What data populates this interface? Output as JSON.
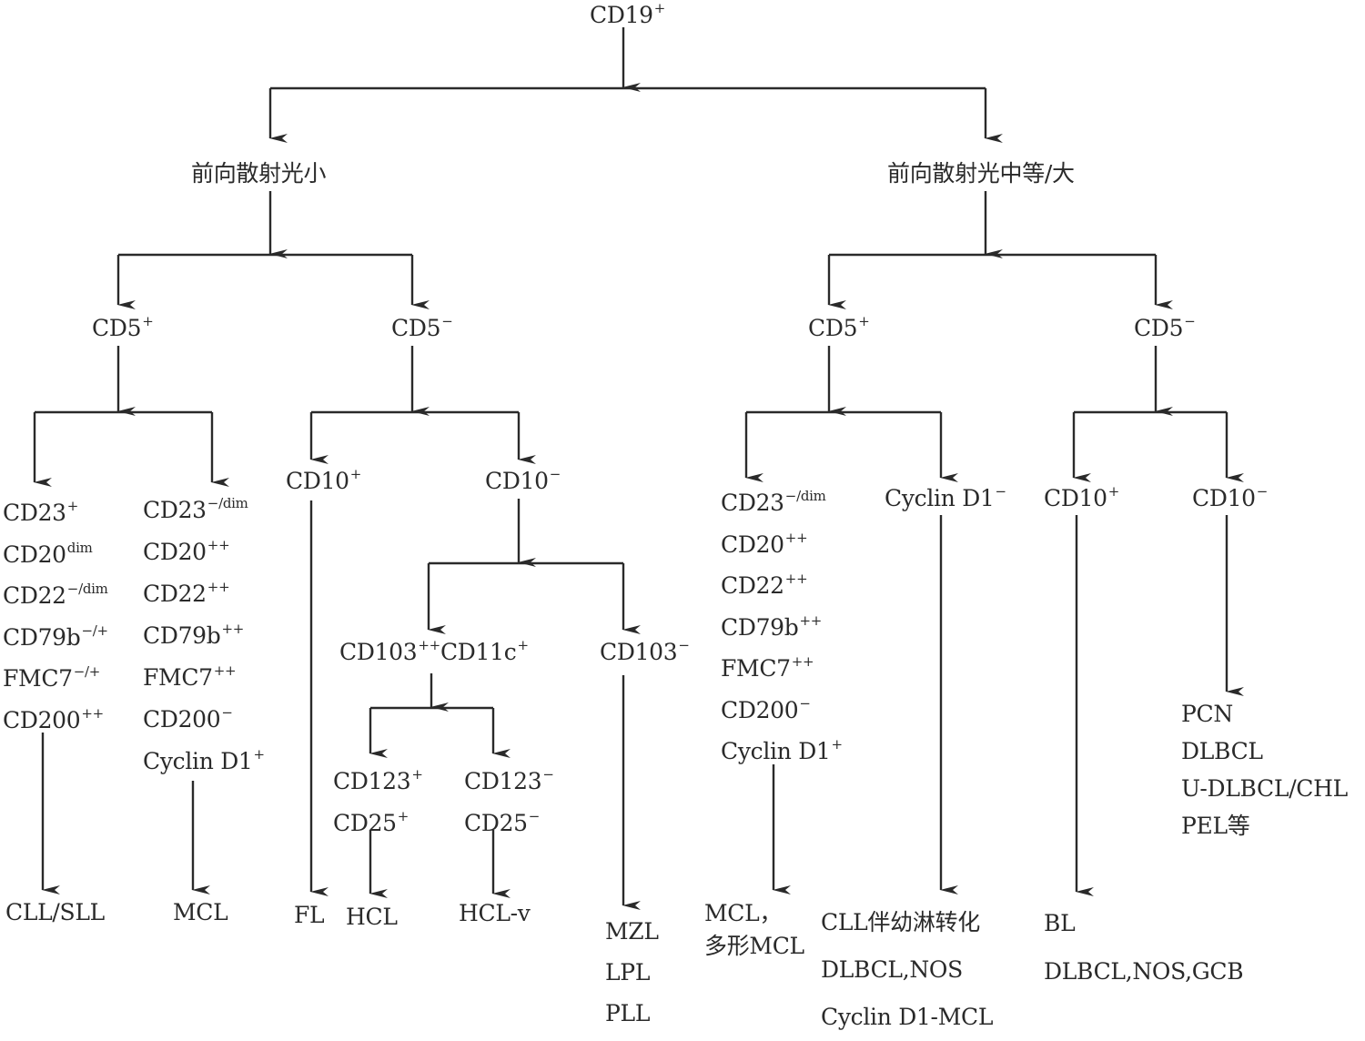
{
  "diagram": {
    "title": "B-cell lymphoma flow cytometry classification tree",
    "root": {
      "base": "CD19",
      "sup": "+"
    },
    "scatter_small": "前向散射光小",
    "scatter_large": "前向散射光中等/大",
    "small": {
      "cd5_pos": {
        "base": "CD5",
        "sup": "+"
      },
      "cd5_neg": {
        "base": "CD5",
        "sup": "−"
      },
      "cll_markers": [
        {
          "base": "CD23",
          "sup": "+"
        },
        {
          "base": "CD20",
          "sup": "dim"
        },
        {
          "base": "CD22",
          "sup": "−/dim"
        },
        {
          "base": "CD79b",
          "sup": "−/+"
        },
        {
          "base": "FMC7",
          "sup": "−/+"
        },
        {
          "base": "CD200",
          "sup": "++"
        }
      ],
      "mcl_markers": [
        {
          "base": "CD23",
          "sup": "−/dim"
        },
        {
          "base": "CD20",
          "sup": "++"
        },
        {
          "base": "CD22",
          "sup": "++"
        },
        {
          "base": "CD79b",
          "sup": "++"
        },
        {
          "base": "FMC7",
          "sup": "++"
        },
        {
          "base": "CD200",
          "sup": "−"
        },
        {
          "base": "Cyclin D1",
          "sup": "+"
        }
      ],
      "cd10_pos": {
        "base": "CD10",
        "sup": "+"
      },
      "cd10_neg": {
        "base": "CD10",
        "sup": "−"
      },
      "cd103_pos": {
        "base": "CD103",
        "sup": "++",
        "base2": "CD11c",
        "sup2": "+"
      },
      "cd103_neg": {
        "base": "CD103",
        "sup": "−"
      },
      "hcl_markers": [
        {
          "base": "CD123",
          "sup": "+"
        },
        {
          "base": "CD25",
          "sup": "+"
        }
      ],
      "hclv_markers": [
        {
          "base": "CD123",
          "sup": "−"
        },
        {
          "base": "CD25",
          "sup": "−"
        }
      ],
      "outcomes": {
        "cll": "CLL/SLL",
        "mcl": "MCL",
        "fl": "FL",
        "hcl": "HCL",
        "hclv": "HCL-v",
        "mzl_group": [
          "MZL",
          "LPL",
          "PLL"
        ]
      }
    },
    "large": {
      "cd5_pos": {
        "base": "CD5",
        "sup": "+"
      },
      "cd5_neg": {
        "base": "CD5",
        "sup": "−"
      },
      "mcl_markers": [
        {
          "base": "CD23",
          "sup": "−/dim"
        },
        {
          "base": "CD20",
          "sup": "++"
        },
        {
          "base": "CD22",
          "sup": "++"
        },
        {
          "base": "CD79b",
          "sup": "++"
        },
        {
          "base": "FMC7",
          "sup": "++"
        },
        {
          "base": "CD200",
          "sup": "−"
        },
        {
          "base": "Cyclin D1",
          "sup": "+"
        }
      ],
      "cyclin_neg": {
        "base": "Cyclin D1",
        "sup": "−"
      },
      "cd10_pos": {
        "base": "CD10",
        "sup": "+"
      },
      "cd10_neg": {
        "base": "CD10",
        "sup": "−"
      },
      "cd10_neg_outcomes": [
        "PCN",
        "DLBCL",
        "U-DLBCL/CHL",
        "PEL等"
      ],
      "outcomes": {
        "mcl": [
          "MCL，",
          "多形MCL"
        ],
        "cyclin_neg": [
          "CLL伴幼淋转化",
          "DLBCL,NOS",
          "Cyclin D1-MCL"
        ],
        "cd10_pos": [
          "BL",
          "DLBCL,NOS,GCB"
        ]
      }
    }
  }
}
